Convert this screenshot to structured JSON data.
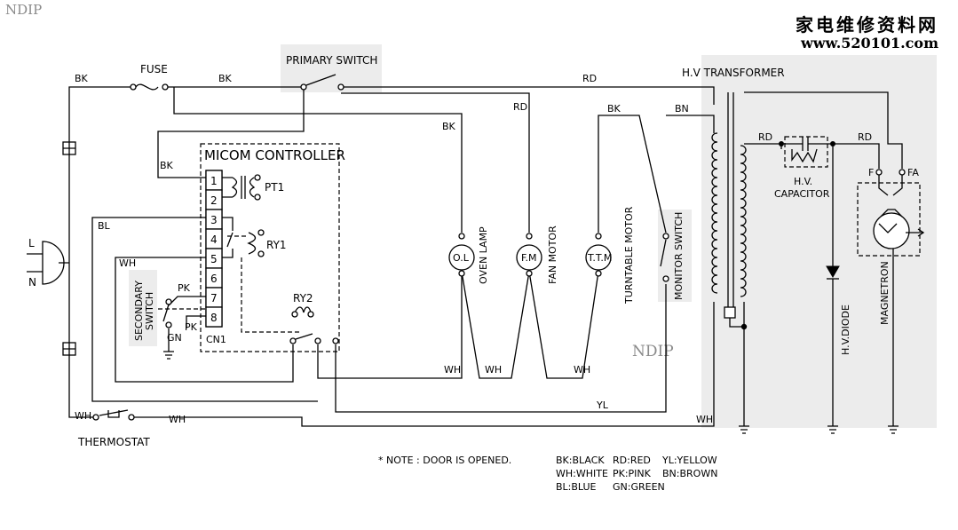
{
  "watermark_top": "NDIP",
  "watermark_mid": "NDIP",
  "brand": {
    "cn": "家电维修资料网",
    "url": "www.520101.com"
  },
  "labels": {
    "fuse": "FUSE",
    "primary_switch": "PRIMARY SWITCH",
    "hv_transformer": "H.V TRANSFORMER",
    "micom": "MICOM CONTROLLER",
    "cn1": "CN1",
    "pt1": "PT1",
    "ry1": "RY1",
    "ry2": "RY2",
    "secondary_switch_1": "SECONDARY",
    "secondary_switch_2": "SWITCH",
    "oven_lamp": "OVEN LAMP",
    "fan_motor": "FAN MOTOR",
    "turntable_motor": "TURNTABLE MOTOR",
    "monitor_switch": "MONITOR SWITCH",
    "hv_capacitor_1": "H.V.",
    "hv_capacitor_2": "CAPACITOR",
    "hv_diode": "H.V.DIODE",
    "magnetron": "MAGNETRON",
    "thermostat": "THERMOSTAT",
    "plug_l": "L",
    "plug_n": "N",
    "ol": "O.L",
    "fm": "F.M",
    "ttm": "T.T.M",
    "mag_f": "F",
    "mag_fa": "FA",
    "note": "* NOTE : DOOR IS OPENED."
  },
  "wire_colors": {
    "bk": "BK",
    "rd": "RD",
    "bn": "BN",
    "wh": "WH",
    "bl": "BL",
    "pk": "PK",
    "gn": "GN",
    "yl": "YL"
  },
  "pins": [
    "1",
    "2",
    "3",
    "4",
    "5",
    "6",
    "7",
    "8"
  ],
  "legend": [
    [
      "BK:BLACK",
      "RD:RED",
      "YL:YELLOW"
    ],
    [
      "WH:WHITE",
      "PK:PINK",
      "BN:BROWN"
    ],
    [
      "BL:BLUE",
      "GN:GREEN"
    ]
  ]
}
